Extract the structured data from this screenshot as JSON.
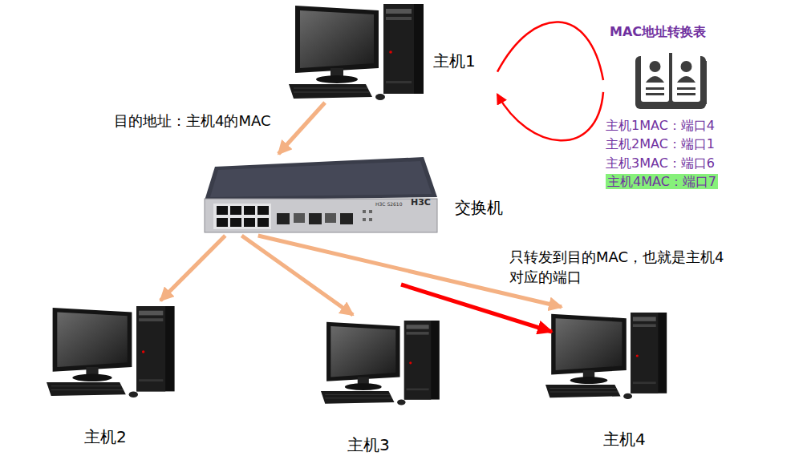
{
  "diagram": {
    "nodes": [
      {
        "text": [
          "主机1"
        ]
      },
      {
        "text": [
          "MAC地址转换表",
          "主机1MAC：端口4",
          "主机2MAC：端口1",
          "主机3MAC：端口6",
          "主机4MAC：端口7"
        ]
      },
      {
        "text": [
          "交换机"
        ]
      },
      {
        "text": [
          "主机2"
        ]
      },
      {
        "text": [
          "主机3"
        ]
      },
      {
        "text": [
          "主机4"
        ]
      }
    ],
    "edges": [
      {
        "from": 0,
        "to": 2,
        "arrow": "to",
        "label": "目的地址：主机4的MAC"
      },
      {
        "from": 2,
        "to": 3,
        "arrow": "to"
      },
      {
        "from": 2,
        "to": 4,
        "arrow": "to"
      },
      {
        "from": 2,
        "to": 5,
        "arrow": "to"
      },
      {
        "from": 0,
        "to": 1,
        "arrow": "none"
      },
      {
        "from": 1,
        "to": 0,
        "arrow": "to"
      }
    ],
    "labels": [
      "只转发到目的MAC，也就是主机4 对应的端口",
      "H3C S2610",
      "H3C"
    ]
  }
}
